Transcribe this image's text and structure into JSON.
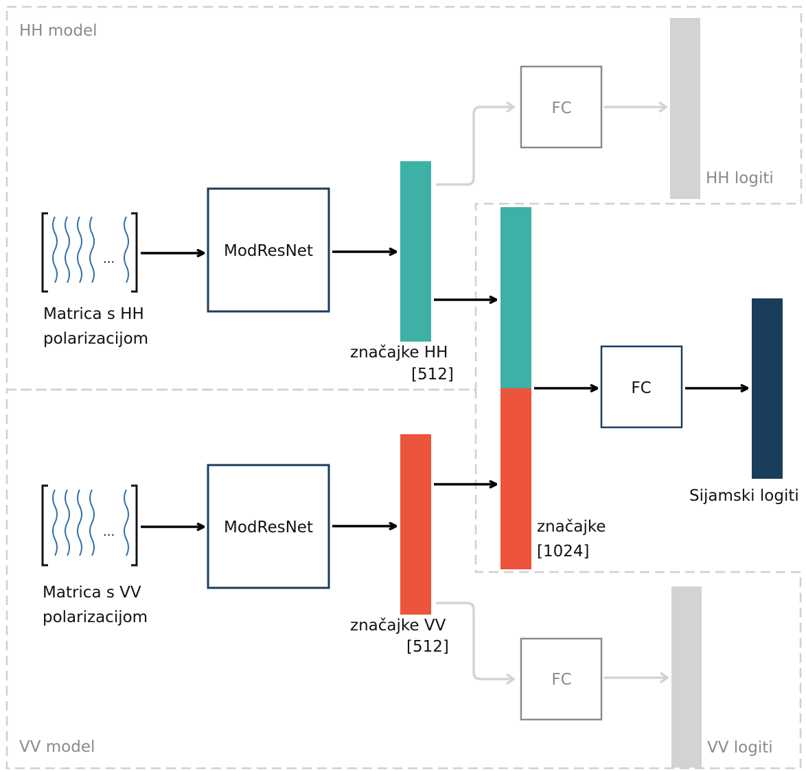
{
  "regions": {
    "hh_model_label": "HH model",
    "vv_model_label": "VV model"
  },
  "inputs": {
    "hh": {
      "line1": "Matrica s HH",
      "line2": "polarizacijom",
      "ellipsis": "..."
    },
    "vv": {
      "line1": "Matrica s VV",
      "line2": "polarizacijom",
      "ellipsis": "..."
    }
  },
  "backbones": {
    "hh": "ModResNet",
    "vv": "ModResNet"
  },
  "features": {
    "hh": {
      "line1": "značajke HH",
      "line2": "[512]"
    },
    "vv": {
      "line1": "značajke VV",
      "line2": "[512]"
    },
    "combined": {
      "line1": "značajke",
      "line2": "[1024]"
    }
  },
  "fc": {
    "hh": "FC",
    "vv": "FC",
    "siamese": "FC"
  },
  "outputs": {
    "hh": "HH logiti",
    "vv": "VV logiti",
    "siamese": "Sijamski logiti"
  },
  "colors": {
    "hh_feature": "#3db1a6",
    "vv_feature": "#ec543b",
    "siamese_output": "#1a3d5c",
    "box_border": "#1a3d5c",
    "inactive": "#d3d3d3",
    "inactive_text": "#8a8a8a",
    "arrow": "#000000"
  }
}
